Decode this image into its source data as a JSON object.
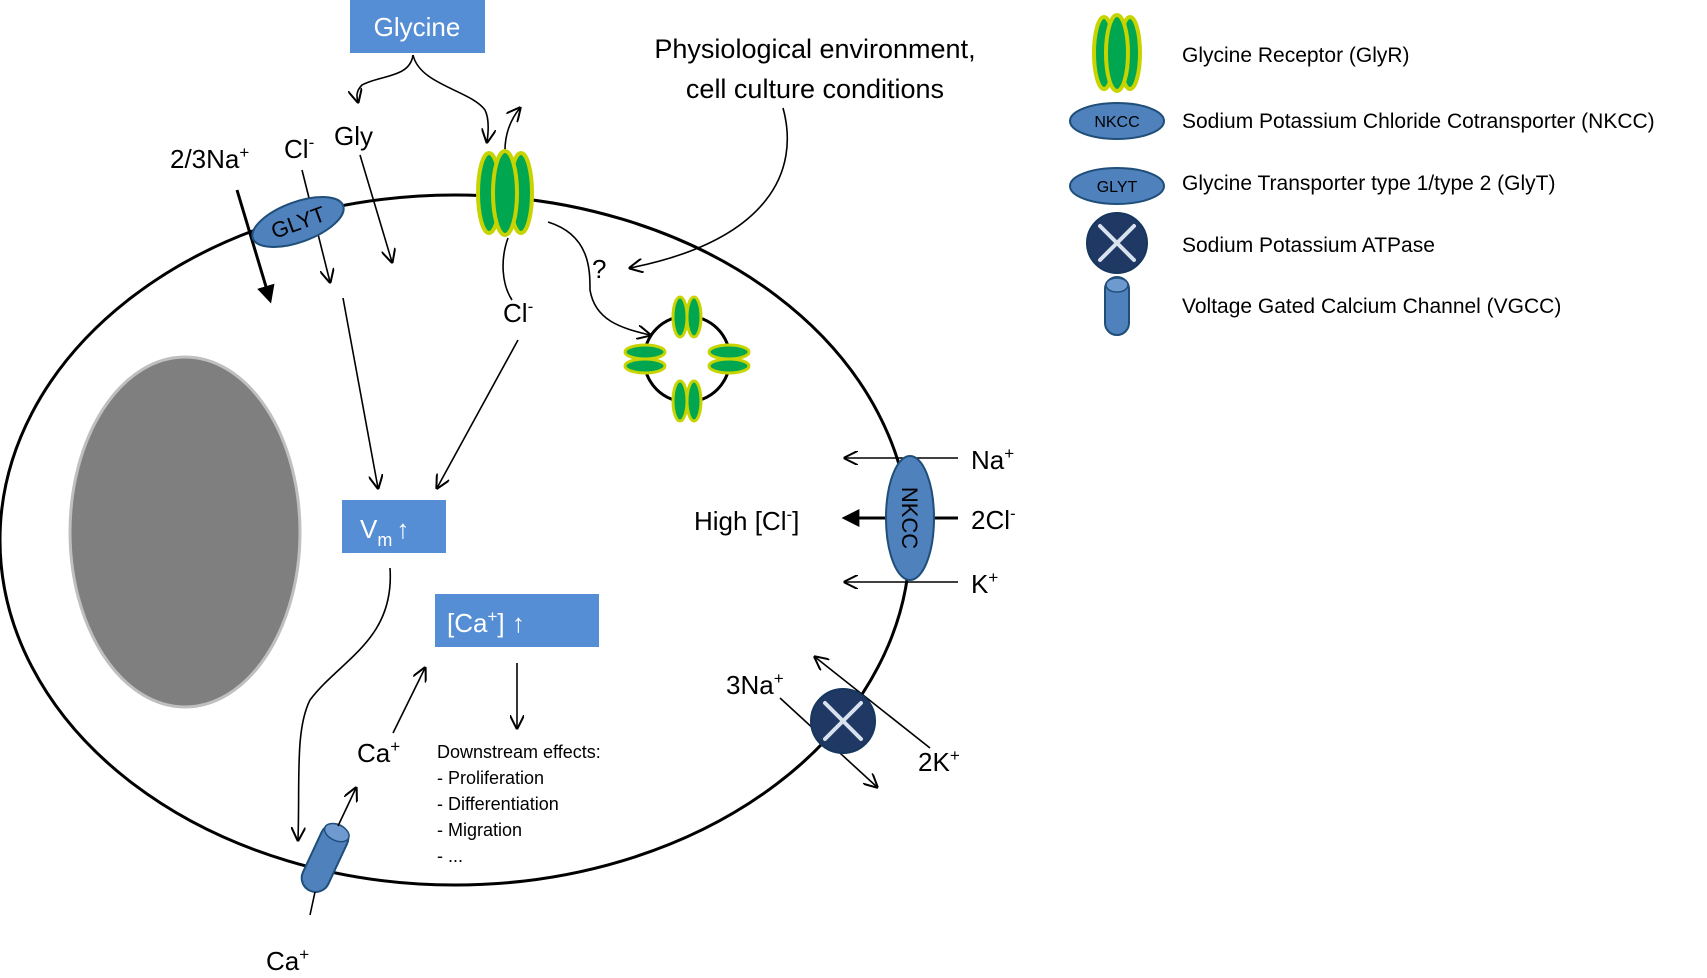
{
  "top": {
    "glycine_box": "Glycine",
    "gly": "Gly",
    "cl": "Cl",
    "cl_sup": "-",
    "na_pre": "2/3Na",
    "na_sup": "+",
    "glyt_label": "GLYT",
    "cl_inside": "Cl",
    "cl_inside_sup": "-",
    "environment_line1": "Physiological environment,",
    "environment_line2": "cell culture conditions",
    "question": "?"
  },
  "center": {
    "vm_main": "V",
    "vm_sub": "m",
    "vm_arrow": "↑",
    "ca_box": "[Ca",
    "ca_box_sup": "+",
    "ca_box_end": "] ↑",
    "ca_in": "Ca",
    "ca_in_sup": "+",
    "ca_out": "Ca",
    "ca_out_sup": "+",
    "downstream_title": "Downstream effects:",
    "downstream_items": [
      "- Proliferation",
      "- Differentiation",
      "- Migration",
      "- ..."
    ]
  },
  "right": {
    "na": "Na",
    "na_sup": "+",
    "cl2": "2Cl",
    "cl2_sup": "-",
    "k": "K",
    "k_sup": "+",
    "high_cl_pre": "High [Cl",
    "high_cl_sup": "-",
    "high_cl_post": "]",
    "nkcc_label": "NKCC",
    "na3": "3Na",
    "na3_sup": "+",
    "k2": "2K",
    "k2_sup": "+"
  },
  "legend": {
    "items": [
      {
        "icon": "glycine-receptor-icon",
        "label": "Glycine Receptor (GlyR)"
      },
      {
        "icon": "nkcc-icon",
        "icon_text": "NKCC",
        "label": "Sodium Potassium Chloride Cotransporter (NKCC)"
      },
      {
        "icon": "glyt-icon",
        "icon_text": "GLYT",
        "label": "Glycine Transporter type 1/type 2 (GlyT)"
      },
      {
        "icon": "atpase-icon",
        "label": "Sodium Potassium ATPase"
      },
      {
        "icon": "vgcc-icon",
        "label": "Voltage Gated Calcium Channel (VGCC)"
      }
    ]
  },
  "colors": {
    "box_blue": "#558ed5",
    "transporter_blue": "#4f81bd",
    "atpase_navy": "#1f3864",
    "glyr_green": "#00a650",
    "glyr_yellow": "#c8d400",
    "nucleus_gray": "#7f7f7f"
  }
}
